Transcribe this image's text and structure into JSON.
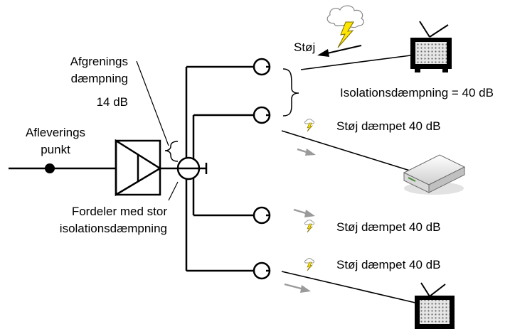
{
  "labels": {
    "afgrenings": [
      "Afgrenings",
      "dæmpning",
      "14 dB"
    ],
    "afleverings": [
      "Afleverings",
      "punkt"
    ],
    "fordeler": [
      "Fordeler med stor",
      "isolationsdæmpning"
    ],
    "stoj": "Støj",
    "isolation": "Isolationsdæmpning = 40 dB",
    "stoj_dampet_1": "Støj dæmpet 40 dB",
    "stoj_dampet_2": "Støj dæmpet 40 dB",
    "stoj_dampet_3": "Støj dæmpet 40 dB"
  },
  "colors": {
    "line": "#000000",
    "arrow_gray": "#9a9a9a",
    "lightning": "#ffe600",
    "cloud": "#ffffff",
    "screen": "#d8d8d8",
    "modem_body": "#f2f2f2"
  },
  "icons": [
    "cloud-lightning-icon",
    "tv-icon",
    "modem-icon",
    "small-lightning-icon"
  ]
}
